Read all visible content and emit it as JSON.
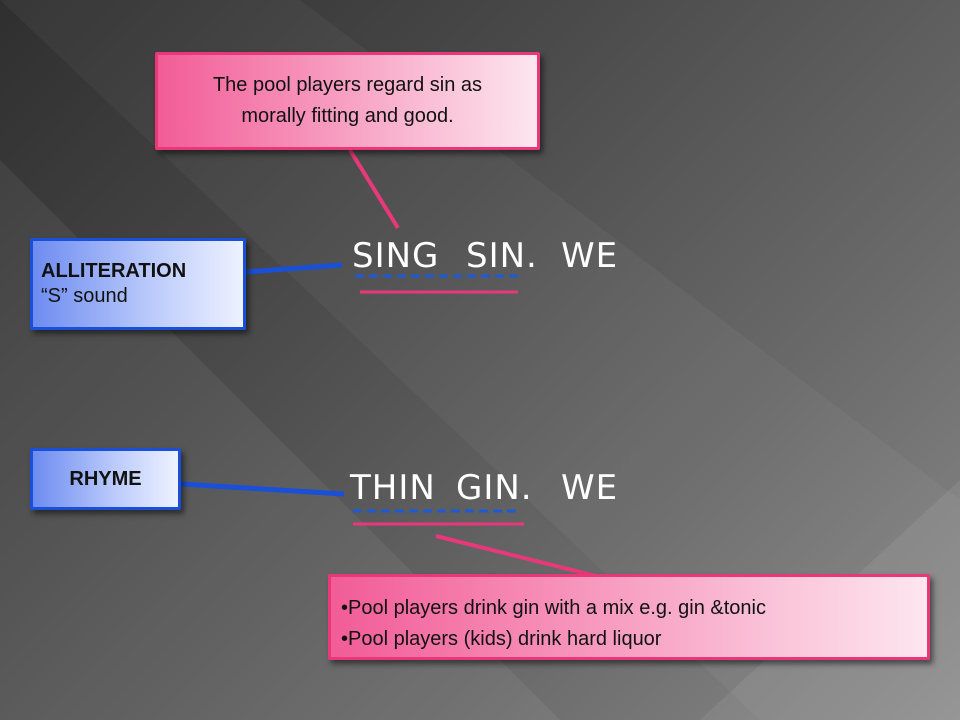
{
  "notes": {
    "top": [
      "The pool players regard sin as",
      "morally fitting and good."
    ],
    "bottom": [
      "•Pool players drink gin with a mix e.g. gin &tonic",
      "•Pool players (kids) drink hard liquor"
    ]
  },
  "labels": {
    "alliteration_title": "ALLITERATION",
    "alliteration_sub": "“S” sound",
    "rhyme": "RHYME"
  },
  "verse": {
    "line1": [
      "SING",
      "SIN.",
      "WE"
    ],
    "line2": [
      "THIN",
      "GIN.",
      "WE"
    ]
  },
  "colors": {
    "pink_accent": "#e8387a",
    "blue_accent": "#1a4fd8",
    "dashed_underline": "#1f5ad6",
    "solid_underline": "#e8387a"
  }
}
